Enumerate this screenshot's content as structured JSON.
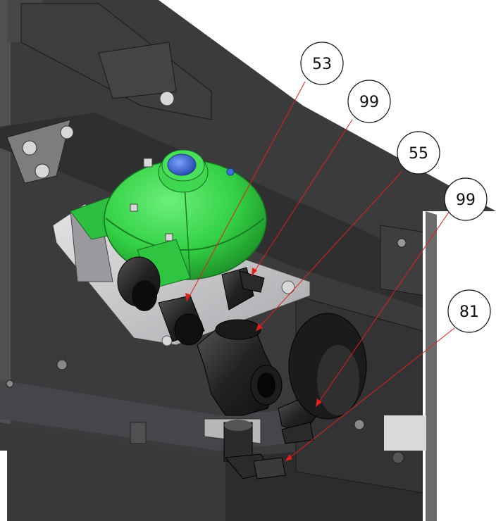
{
  "callouts": [
    {
      "id": "c1",
      "label": "53"
    },
    {
      "id": "c2",
      "label": "99"
    },
    {
      "id": "c3",
      "label": "55"
    },
    {
      "id": "c4",
      "label": "99"
    },
    {
      "id": "c5",
      "label": "81"
    }
  ],
  "colors": {
    "frame": "#3a3a3c",
    "frame_light": "#58585a",
    "panel": "#2e2e30",
    "plate": "#c9c9cc",
    "regulator": "#39d64a",
    "regulator_dark": "#1e9c2c",
    "port": "#3d6fd8",
    "fitting": "#2a2a2a",
    "leader": "#e0201a"
  }
}
